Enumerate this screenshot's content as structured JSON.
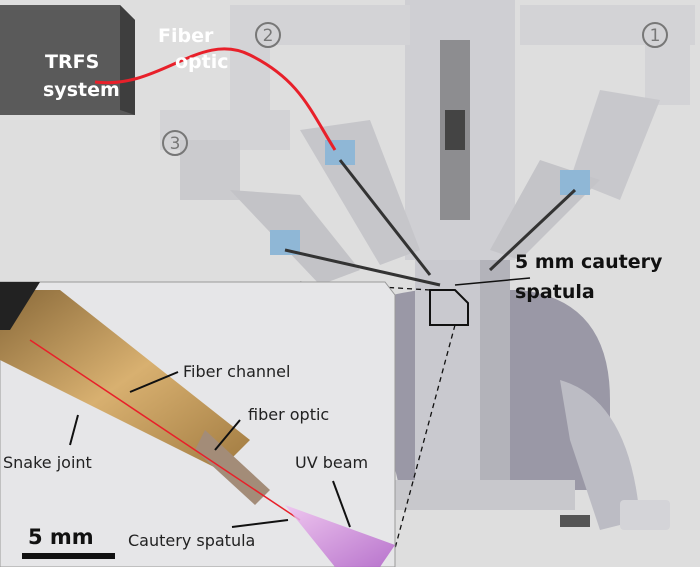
{
  "figure": {
    "trfs_box": {
      "line1": "TRFS",
      "line2": "system"
    },
    "fiber_label": {
      "line1": "Fiber",
      "line2": "optic"
    },
    "arm_numbers": [
      "1",
      "2",
      "3"
    ],
    "cautery_label": {
      "line1": "5 mm cautery",
      "line2": "spatula"
    },
    "inset": {
      "fiber_channel": "Fiber channel",
      "fiber_optic": "fiber optic",
      "snake_joint": "Snake joint",
      "uv_beam": "UV beam",
      "cautery_spatula": "Cautery spatula",
      "scale_bar": "5 mm"
    },
    "colors": {
      "fiber": "#e8202a",
      "uv_beam": "#c77ad8",
      "instrument": "#c9a05a"
    }
  }
}
